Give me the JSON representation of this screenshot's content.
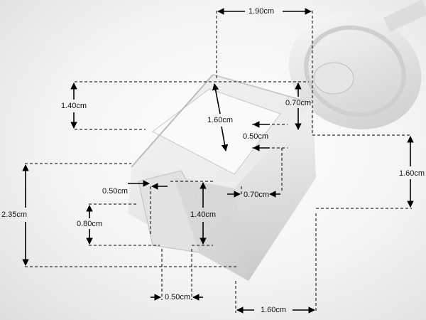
{
  "photo": {
    "subject": "clear acrylic cube valve knob on stem",
    "background_color": "#ececec"
  },
  "dimensions": {
    "top_width": "1.90cm",
    "cube_height_left": "1.40cm",
    "hole_width": "1.60cm",
    "right_small": "0.70cm",
    "slot_depth": "0.50cm",
    "right_height": "1.60cm",
    "notch_left": "0.50cm",
    "middle_slot": "0.70cm",
    "lower_height": "0.80cm",
    "inner_height": "1.40cm",
    "overall_height": "2.35cm",
    "bottom_notch": "0.50cm",
    "bottom_width": "1.60cm"
  }
}
